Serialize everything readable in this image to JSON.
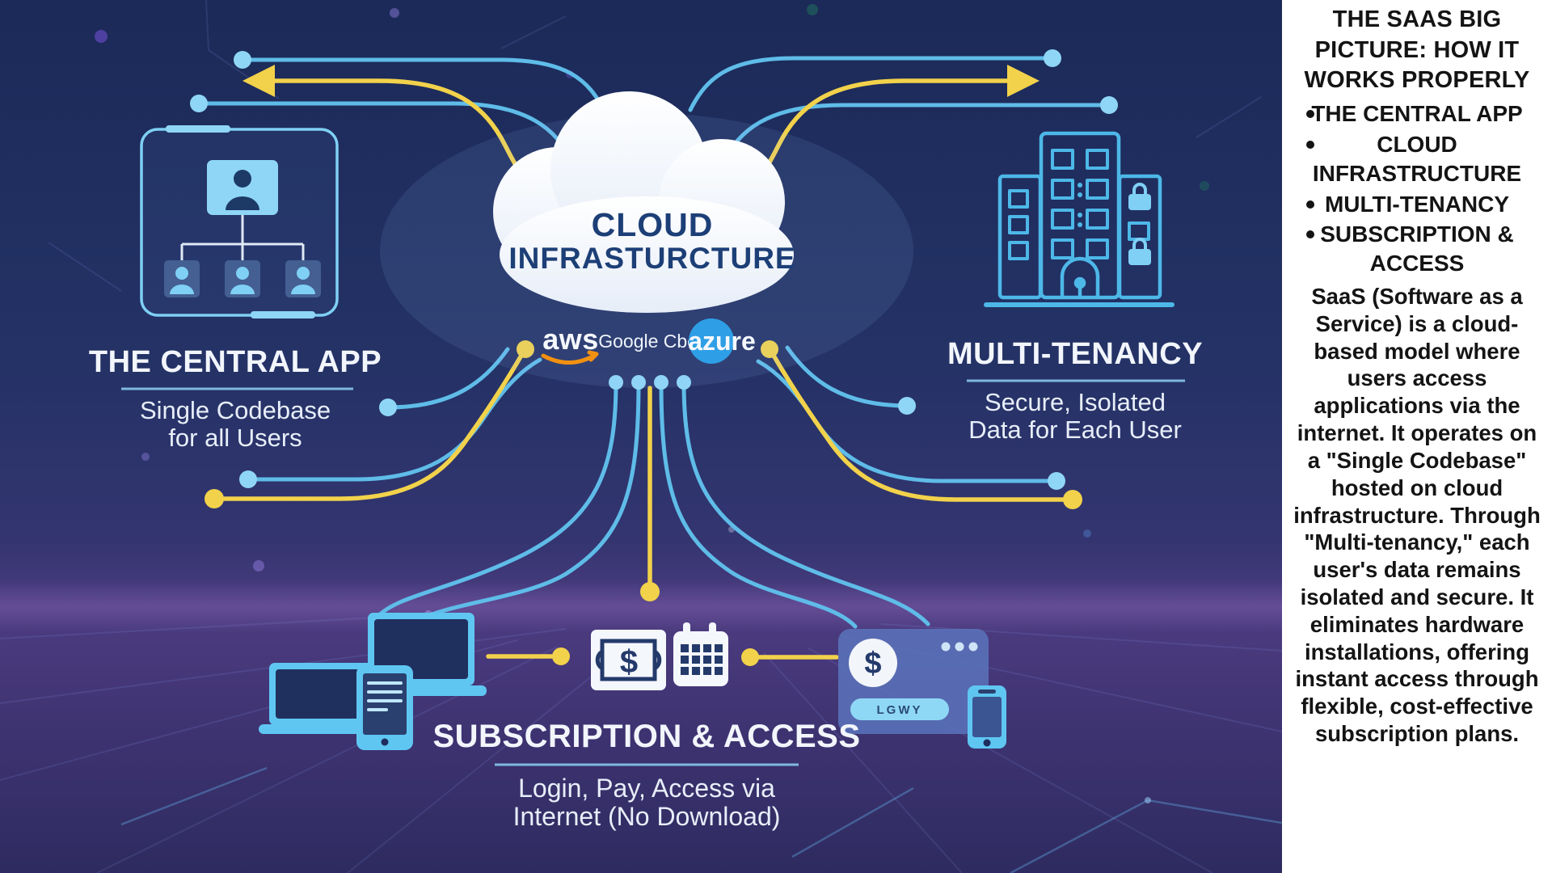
{
  "panel": {
    "title": "THE SAAS BIG PICTURE: HOW IT WORKS PROPERLY",
    "bullets": [
      "THE CENTRAL APP",
      "CLOUD INFRASTRUCTURE",
      "MULTI-TENANCY",
      "SUBSCRIPTION & ACCESS"
    ],
    "paragraph": "SaaS (Software as a Service) is a cloud-based model where users access applications via the internet. It operates on a \"Single Codebase\" hosted on cloud infrastructure. Through \"Multi-tenancy,\" each user's data remains isolated and secure. It eliminates hardware installations, offering instant access through flexible, cost-effective subscription plans."
  },
  "diagram": {
    "cloud": {
      "line1": "CLOUD",
      "line2": "INFRASTURCTURE"
    },
    "providers": {
      "aws": "aws",
      "google": "Google Cbed",
      "azure": "azure"
    },
    "central_app": {
      "title": "THE CENTRAL APP",
      "subtitle_line1": "Single Codebase",
      "subtitle_line2": "for all Users"
    },
    "multi_tenancy": {
      "title": "MULTI-TENANCY",
      "subtitle_line1": "Secure, Isolated",
      "subtitle_line2": "Data for Each User"
    },
    "subscription": {
      "title": "SUBSCRIPTION & ACCESS",
      "subtitle_line1": "Login, Pay, Access via",
      "subtitle_line2": "Internet (No Download)"
    },
    "gateway_button": "LGWY",
    "money_symbol": "$",
    "colors": {
      "line_blue": "#5fbce8",
      "dot_blue": "#8fd6f6",
      "line_yellow": "#f2d24b",
      "icon_blue": "#4db8e8",
      "cloud_text": "#1d3f77",
      "bg_top": "#1c2b5a",
      "bg_purple": "#4c3c80",
      "panel_bg": "#ffffff"
    }
  }
}
